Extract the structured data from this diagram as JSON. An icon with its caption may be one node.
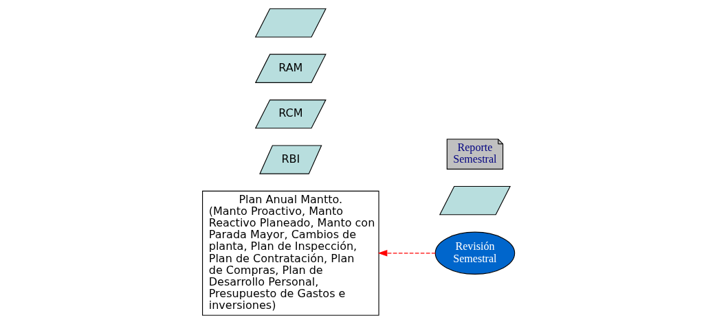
{
  "diagram": {
    "nodes": [
      {
        "text": [],
        "shape": "parallelogram"
      },
      {
        "text": [
          "RAM"
        ]
      },
      {
        "text": [
          "Plan Anual Mantto.",
          "(Manto Proactivo, Manto Reactivo Planeado, Manto con Parada Mayor, Cambios de planta, Plan de Inspección, Plan de Contratación, Plan de Compras, Plan de Desarrollo Personal, Presupuesto de Gastos e inversiones)"
        ]
      },
      {
        "text": [
          "RCM"
        ]
      },
      {
        "text": [
          "RBI"
        ]
      },
      {
        "text": [
          "Revisión Semestral"
        ]
      },
      {
        "text": [],
        "shape": "parallelogram"
      },
      {
        "text": [
          "Reporte Semestral"
        ]
      }
    ],
    "edges": [
      {
        "from": 5,
        "to": 2,
        "arrow": "to",
        "style": "dashed",
        "color": "#ff0000"
      }
    ]
  }
}
